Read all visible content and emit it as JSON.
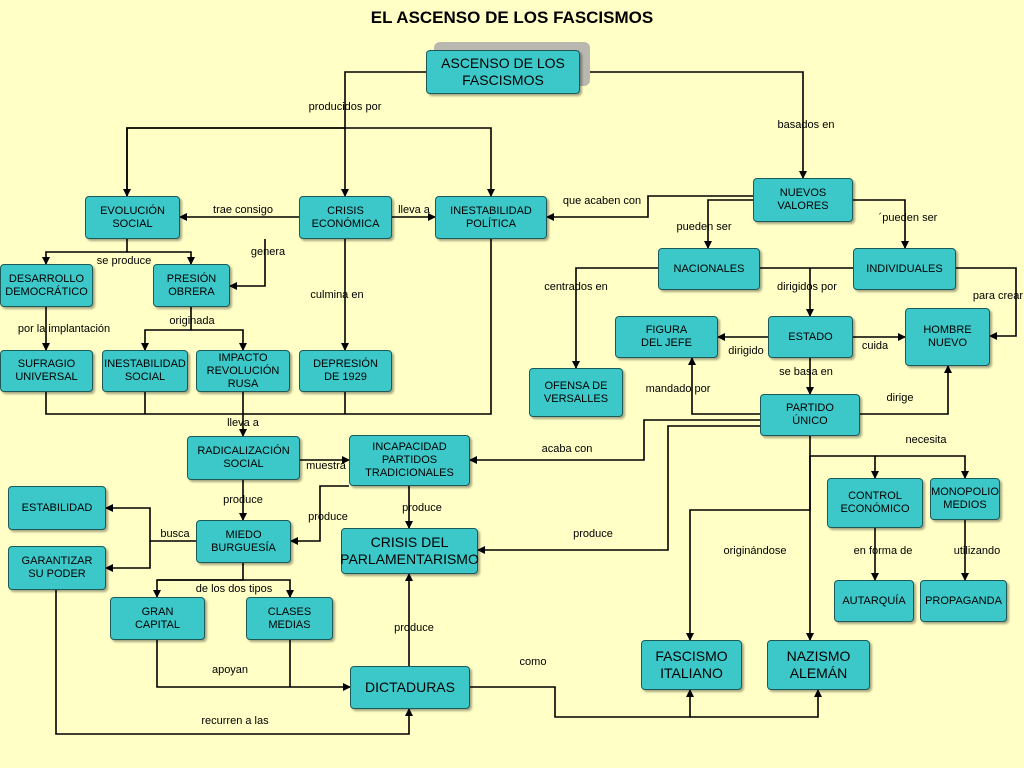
{
  "title": "EL ASCENSO DE LOS FASCISMOS",
  "nodes": {
    "ascenso": "ASCENSO DE LOS\nFASCISMOS",
    "evolucion": "EVOLUCIÓN\nSOCIAL",
    "crisis_eco": "CRISIS\nECONÓMICA",
    "inestab_pol": "INESTABILIDAD\nPOLÍTICA",
    "nuevos_valores": "NUEVOS\nVALORES",
    "desarrollo": "DESARROLLO\nDEMOCRÁTICO",
    "presion": "PRESIÓN\nOBRERA",
    "nacionales": "NACIONALES",
    "individuales": "INDIVIDUALES",
    "sufragio": "SUFRAGIO\nUNIVERSAL",
    "inestab_soc": "INESTABILIDAD\nSOCIAL",
    "impacto": "IMPACTO\nREVOLUCIÓN\nRUSA",
    "depresion": "DEPRESIÓN\nDE 1929",
    "figura": "FIGURA\nDEL JEFE",
    "estado": "ESTADO",
    "hombre": "HOMBRE\nNUEVO",
    "ofensa": "OFENSA DE\nVERSALLES",
    "partido": "PARTIDO\nÚNICO",
    "radicalizacion": "RADICALIZACIÓN\nSOCIAL",
    "incapacidad": "INCAPACIDAD\nPARTIDOS\nTRADICIONALES",
    "estabilidad": "ESTABILIDAD",
    "control": "CONTROL\nECONÓMICO",
    "monopolio": "MONOPOLIO\nMEDIOS",
    "miedo": "MIEDO\nBURGUESÍA",
    "crisis_parl": "CRISIS DEL\nPARLAMENTARISMO",
    "garantizar": "GARANTIZAR\nSU PODER",
    "gran_capital": "GRAN\nCAPITAL",
    "clases": "CLASES\nMEDIAS",
    "autarquia": "AUTARQUÍA",
    "propaganda": "PROPAGANDA",
    "fascismo": "FASCISMO\nITALIANO",
    "nazismo": "NAZISMO\nALEMÁN",
    "dictaduras": "DICTADURAS"
  },
  "links": {
    "producidos_por": "producidos por",
    "basados_en": "basados en",
    "que_acaben_con": "que acaben con",
    "trae_consigo": "trae consigo",
    "lleva_a_1": "lleva a",
    "pueden_ser_1": "pueden ser",
    "pueden_ser_2": "´pueden ser",
    "genera": "genera",
    "se_produce": "se produce",
    "centrados_en": "centrados en",
    "dirigidos_por": "dirigidos por",
    "para_crear": "para crear",
    "culmina_en": "culmina en",
    "por_la_implantacion": "por la implantación",
    "originada": "originada",
    "dirigido": "dirigido",
    "cuida": "cuida",
    "se_basa_en": "se basa en",
    "mandado_por": "mandado por",
    "dirige": "dirige",
    "lleva_a_2": "lleva a",
    "acaba_con": "acaba con",
    "necesita": "necesita",
    "muestra": "muestra",
    "produce_1": "produce",
    "produce_2": "produce",
    "produce_3": "produce",
    "produce_4": "produce",
    "produce_5": "produce",
    "busca": "busca",
    "originandose": "originándose",
    "en_forma_de": "en forma de",
    "utilizando": "utilizando",
    "de_los_dos_tipos": "de los dos tipos",
    "apoyan": "apoyan",
    "como": "como",
    "recurren_a_las": "recurren a las"
  },
  "colors": {
    "background": "#ffffc6",
    "node_fill": "#3cc8c8",
    "node_border": "#1c5a5a",
    "line": "#000000"
  }
}
